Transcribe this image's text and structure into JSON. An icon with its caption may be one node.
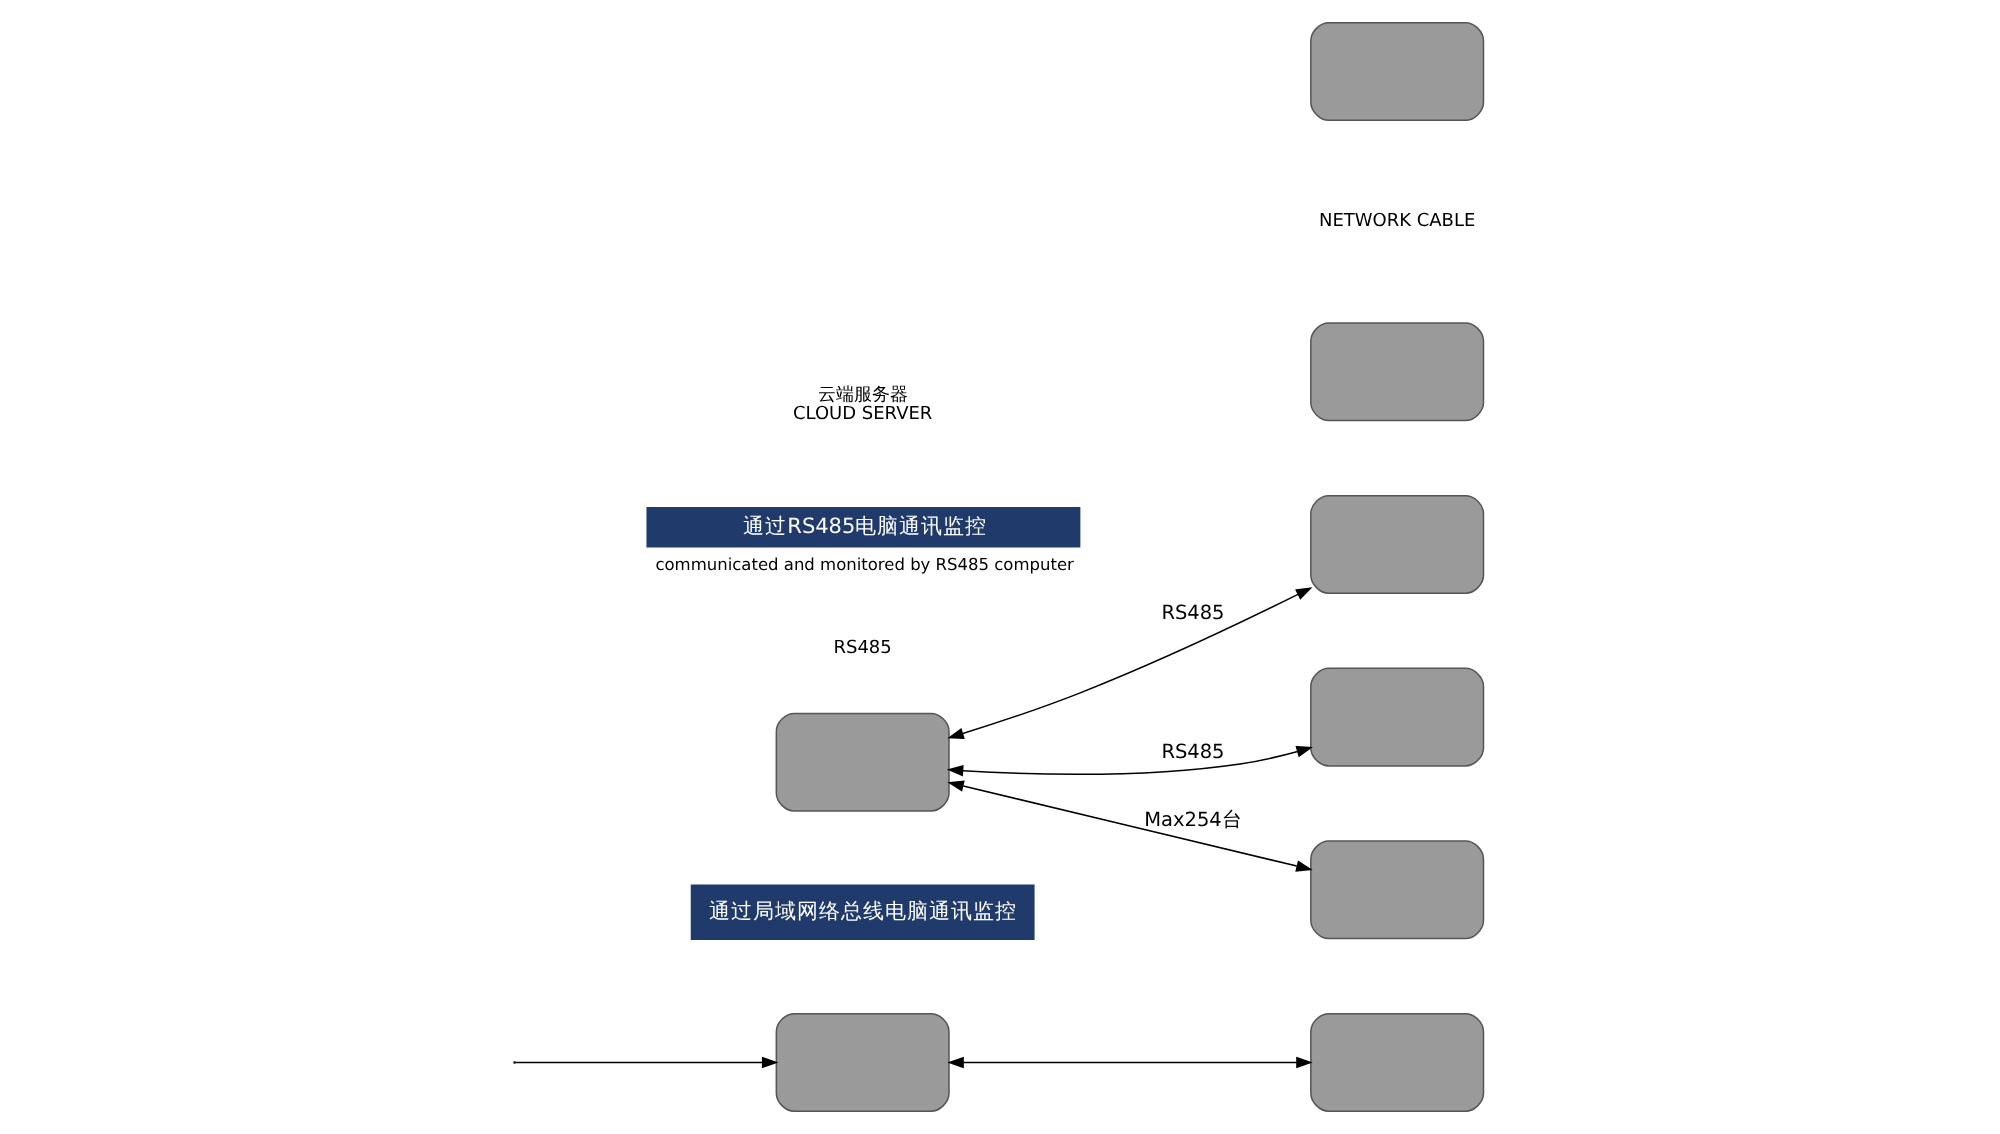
{
  "diagram": {
    "nodes": [
      {
        "text": [
          "云端服务器",
          "CLOUD SERVER"
        ]
      },
      {
        "text": [],
        "shape": "box"
      },
      {
        "text": [],
        "shape": "box"
      },
      {
        "text": [
          "通过RS485电脑通讯监控"
        ],
        "beside": [
          "communicated and monitored by RS485 computer"
        ]
      },
      {
        "text": [],
        "shape": "box"
      },
      {
        "text": [],
        "shape": "box"
      },
      {
        "text": [],
        "shape": "box"
      },
      {
        "text": [],
        "shape": "box"
      },
      {
        "text": [
          "通过局域网络总线电脑通讯监控"
        ]
      },
      {
        "text": [],
        "shape": "box"
      },
      {
        "text": [],
        "shape": "box"
      }
    ],
    "edges": [
      {
        "from": 4,
        "to": 5,
        "arrow": "both",
        "label": "RS485"
      },
      {
        "from": 4,
        "to": 6,
        "arrow": "both",
        "label": "RS485"
      },
      {
        "from": 4,
        "to": 7,
        "arrow": "both",
        "label": "Max254台"
      },
      {
        "from": 9,
        "to": 10,
        "arrow": "both"
      },
      {
        "from": null,
        "to": 9,
        "arrow": "to"
      }
    ],
    "labels": [
      "NETWORK CABLE",
      "RS485"
    ]
  }
}
